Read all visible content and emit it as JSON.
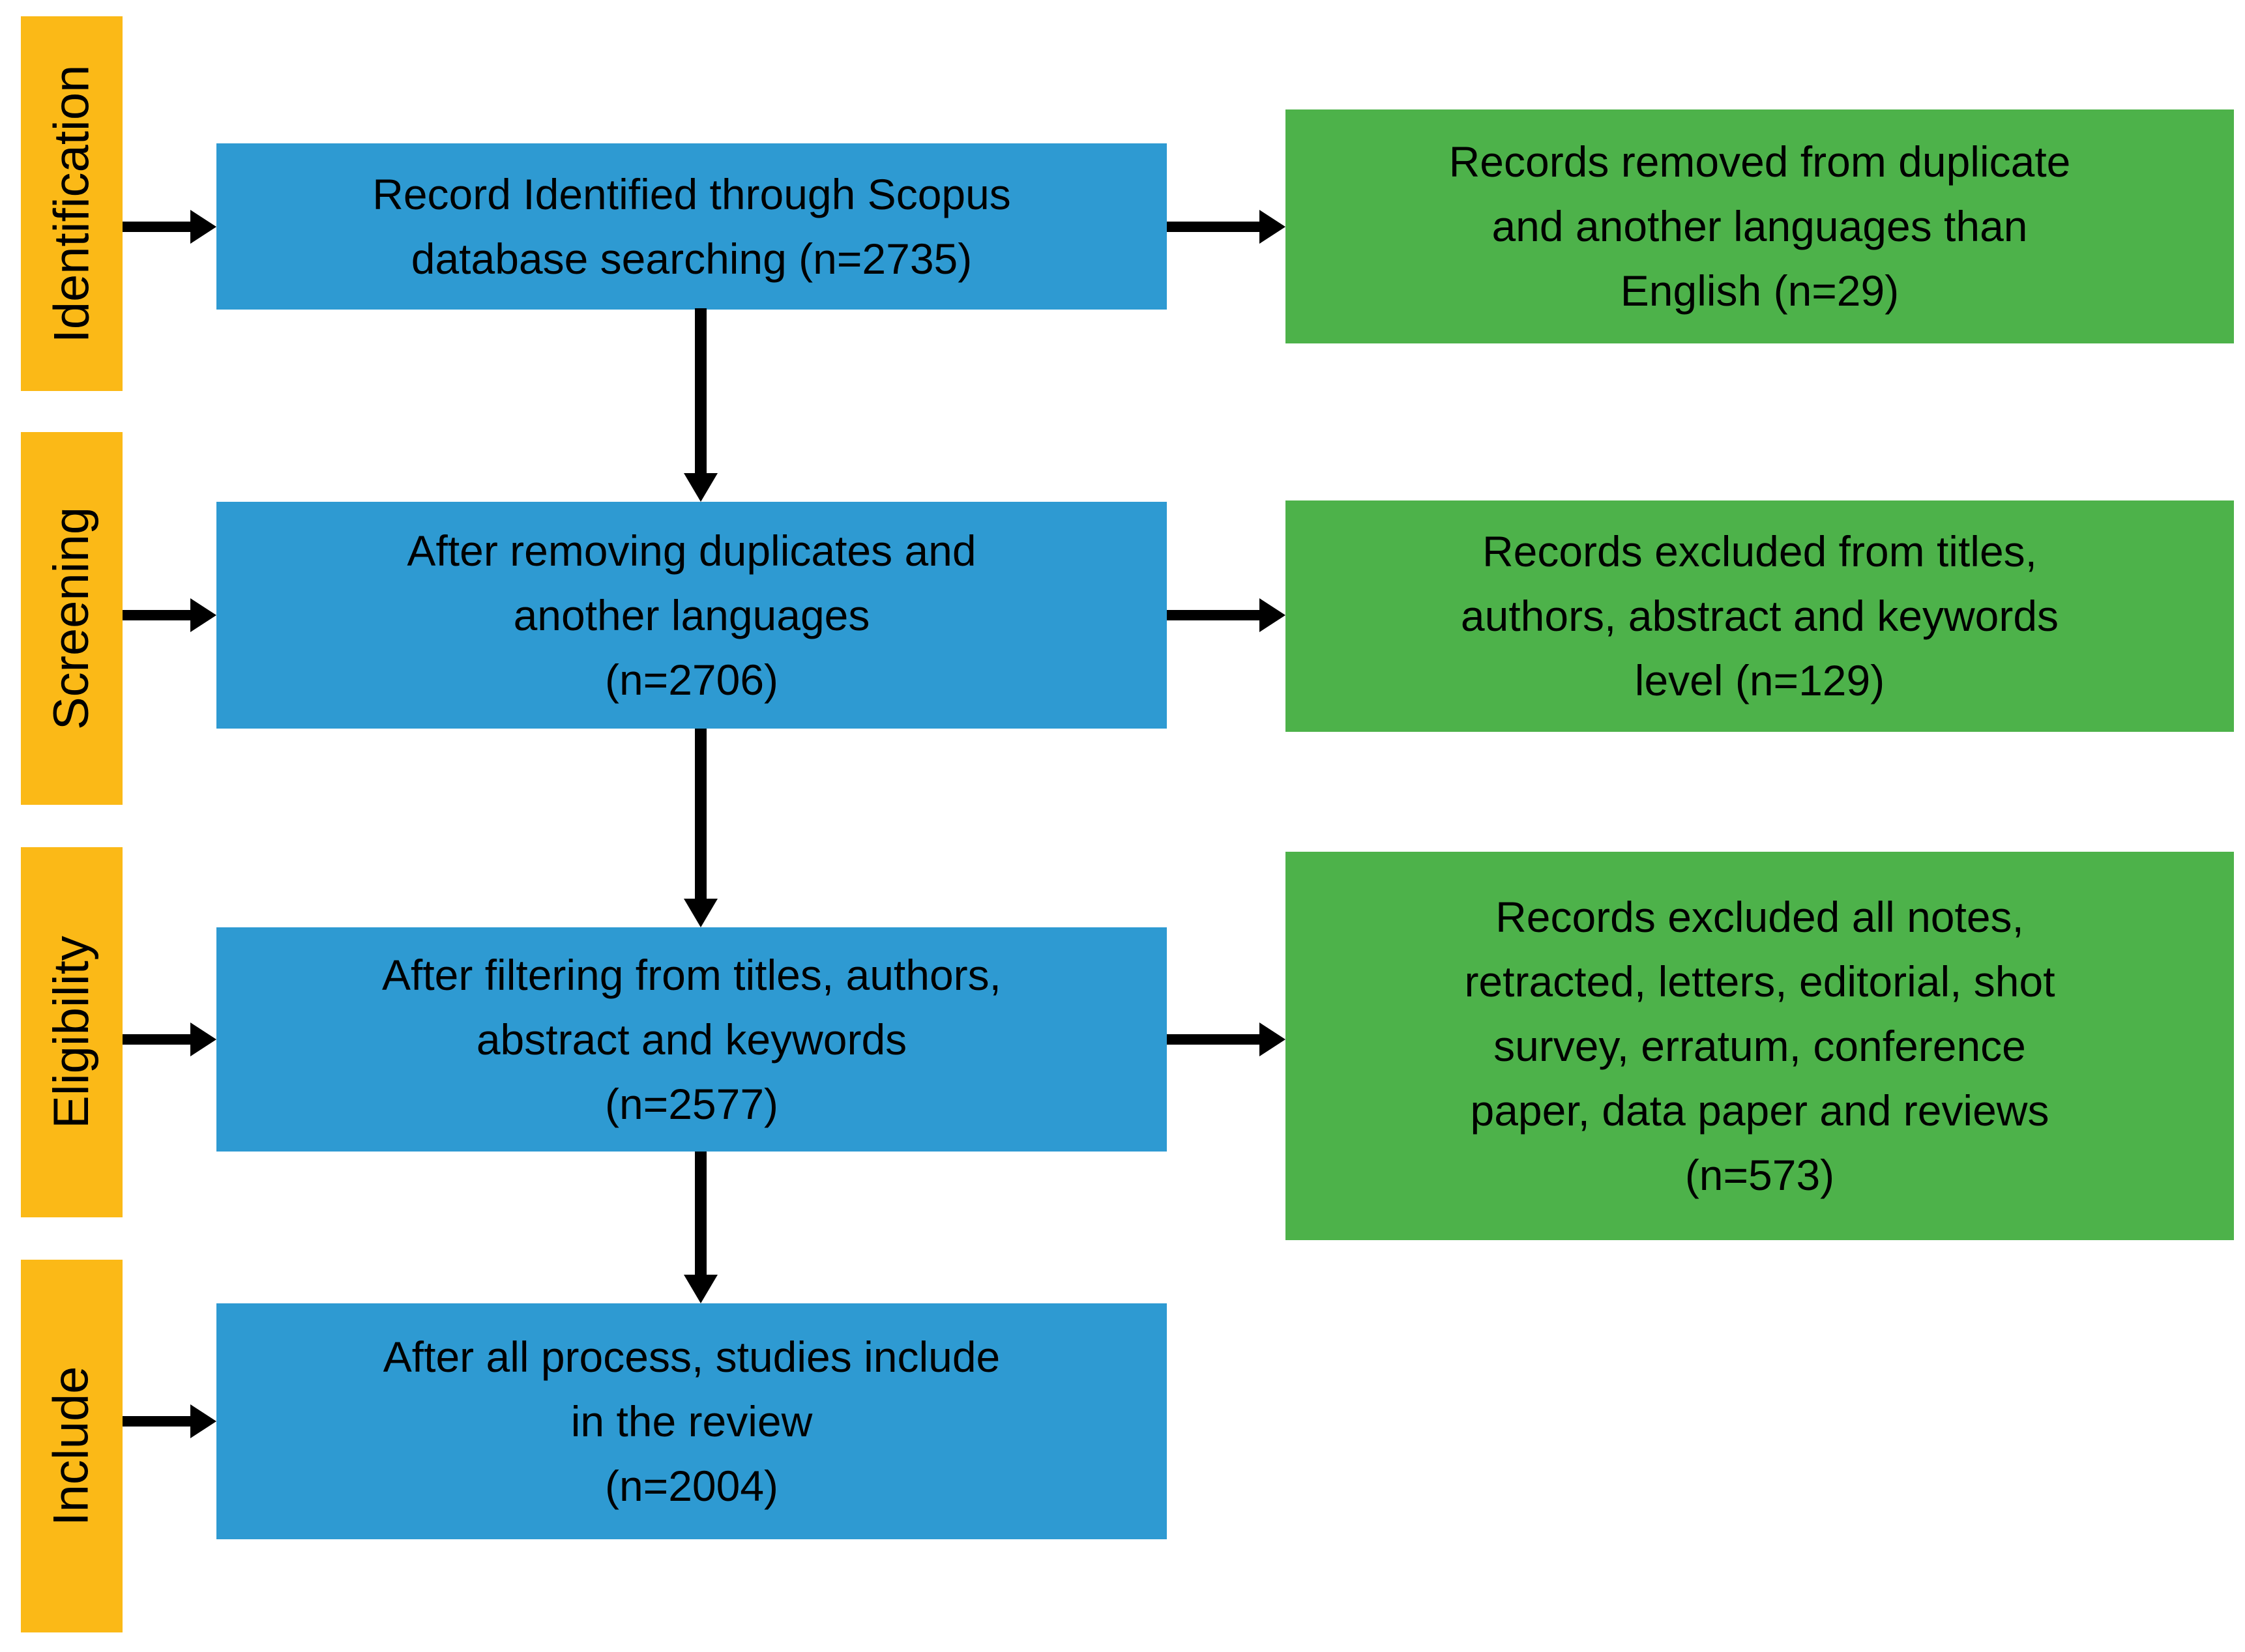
{
  "figure": {
    "type": "prisma_flow_diagram",
    "stages": [
      {
        "label": "Identification"
      },
      {
        "label": "Screening"
      },
      {
        "label": "Eligibility"
      },
      {
        "label": "Include"
      }
    ],
    "process_boxes": [
      {
        "text": "Record Identified through Scopus\ndatabase searching (n=2735)",
        "n": 2735
      },
      {
        "text": "After removing duplicates and\nanother languages\n(n=2706)",
        "n": 2706
      },
      {
        "text": "After filtering from titles, authors,\nabstract and keywords\n(n=2577)",
        "n": 2577
      },
      {
        "text": "After all process, studies include\nin the review\n(n=2004)",
        "n": 2004
      }
    ],
    "exclusion_boxes": [
      {
        "text": "Records removed from duplicate\nand another languages than\nEnglish (n=29)",
        "n": 29
      },
      {
        "text": "Records excluded from titles,\nauthors, abstract and keywords\nlevel (n=129)",
        "n": 129
      },
      {
        "text": "Records excluded all notes,\nretracted, letters, editorial, shot\nsurvey, erratum, conference\npaper, data paper and reviews\n(n=573)",
        "n": 573
      }
    ],
    "colors": {
      "stage_fill": "#FBB917",
      "process_fill": "#2E9AD2",
      "exclusion_fill": "#4DB24A",
      "arrow": "#000000",
      "text": "#000000",
      "background": "#FFFFFF"
    }
  }
}
